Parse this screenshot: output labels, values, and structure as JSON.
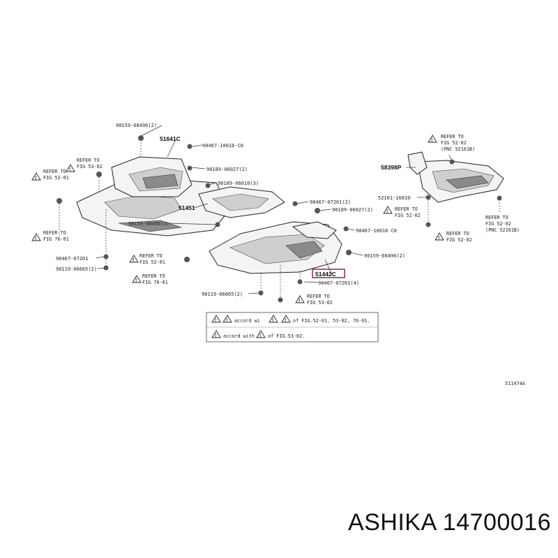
{
  "diagram": {
    "callouts": {
      "c1": "90159-60496(2)",
      "c2": "51641C",
      "c3": "90467-10016-C0",
      "c4": "90189-06027(2)",
      "c5": "90189-06010(3)",
      "c6": "51451",
      "c7": "90467-07201(2)",
      "c8": "90189-06027(2)",
      "c9": "90159-60496(3)",
      "c10": "90467-10016 C0",
      "c11": "90159-60496(2)",
      "c12": "51442C",
      "c13": "90467-07201(4)",
      "c14": "90119-06665(2)",
      "c15": "90467-07201",
      "c16": "90119-06665(2)",
      "c17": "58398P",
      "c18": "52161-16010"
    },
    "refs": {
      "r1a": "REFER TO",
      "r1b": "FIG 53-02",
      "r2a": "REFER TO",
      "r2b": "FIG 52-01",
      "r3a": "REFER TO",
      "r3b": "FIG 76-01",
      "r4a": "REFER TO",
      "r4b": "FIG 52-01",
      "r5a": "REFER TO",
      "r5b": "FIG 76-01",
      "r6a": "REFER TO",
      "r6b": "FIG 53-02",
      "r7a": "REFER TO",
      "r7b": "FIG 52-02",
      "r8a": "REFER TO",
      "r8b": "FIG 52-02",
      "r9a": "REFER TO",
      "r9b": "FIG 52-02",
      "r9c": "(PNC 52161B)",
      "r10a": "REFER TO",
      "r10b": "FIG 52-02",
      "r10c": "(PNC 52161B)"
    },
    "legend": {
      "row1_a": "accord wi",
      "row1_b": "of FIG.52-01, 53-02, 76-01.",
      "row2_a": "accord with",
      "row2_b": "of FIG.53-02."
    },
    "figure_id": "511474A"
  },
  "footer": {
    "label": "ASHIKA 14700016"
  }
}
